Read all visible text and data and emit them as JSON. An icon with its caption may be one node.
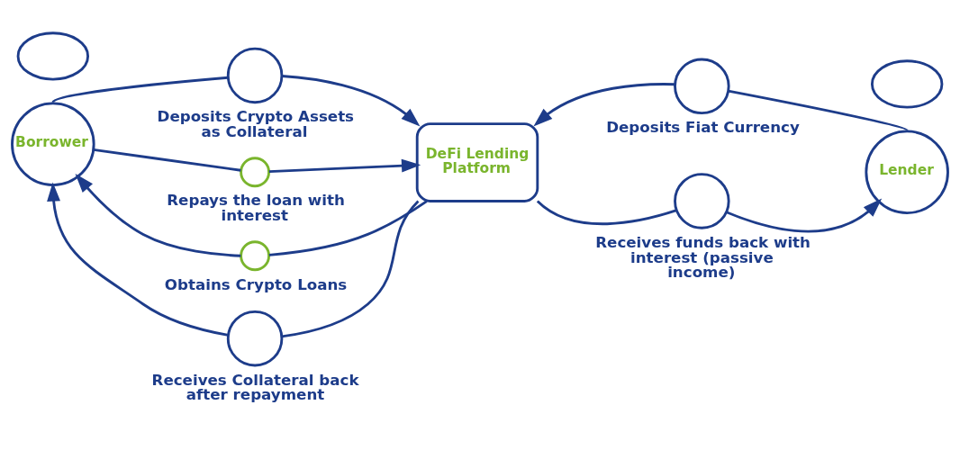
{
  "diagram": {
    "nodes": [
      {
        "text": [],
        "shape": "circle",
        "beside": [
          "Deposits Crypto Assets as Collateral"
        ]
      },
      {
        "text": [],
        "shape": "circle",
        "beside": [
          "Deposits Fiat Currency"
        ]
      },
      {
        "text": [],
        "shape": "cloud"
      },
      {
        "text": [],
        "shape": "cloud"
      },
      {
        "text": [
          "Borrower"
        ]
      },
      {
        "text": [],
        "shape": "circle",
        "beside": [
          "Obtains Crypto Loans"
        ]
      },
      {
        "text": [
          "DeFi Lending Platform"
        ]
      },
      {
        "text": [],
        "shape": "circle",
        "beside": [
          "Repays the loan with interest"
        ]
      },
      {
        "text": [
          "Lender"
        ]
      },
      {
        "text": [],
        "shape": "circle",
        "beside": [
          "Receives Collateral back after repayment"
        ]
      },
      {
        "text": [],
        "shape": "circle",
        "beside": [
          "Receives funds back with interest (passive income)"
        ]
      }
    ],
    "edges": [
      {
        "from": 4,
        "to": 0,
        "arrow": "none"
      },
      {
        "from": 0,
        "to": 6,
        "arrow": "to"
      },
      {
        "from": 8,
        "to": 1,
        "arrow": "none"
      },
      {
        "from": 1,
        "to": 6,
        "arrow": "to"
      },
      {
        "from": 6,
        "to": 5,
        "arrow": "none"
      },
      {
        "from": 5,
        "to": 4,
        "arrow": "to"
      },
      {
        "from": 4,
        "to": 7,
        "arrow": "none"
      },
      {
        "from": 7,
        "to": 6,
        "arrow": "to"
      },
      {
        "from": 6,
        "to": 9,
        "arrow": "none"
      },
      {
        "from": 9,
        "to": 4,
        "arrow": "to"
      },
      {
        "from": 6,
        "to": 10,
        "arrow": "none"
      },
      {
        "from": 10,
        "to": 8,
        "arrow": "to"
      }
    ]
  }
}
